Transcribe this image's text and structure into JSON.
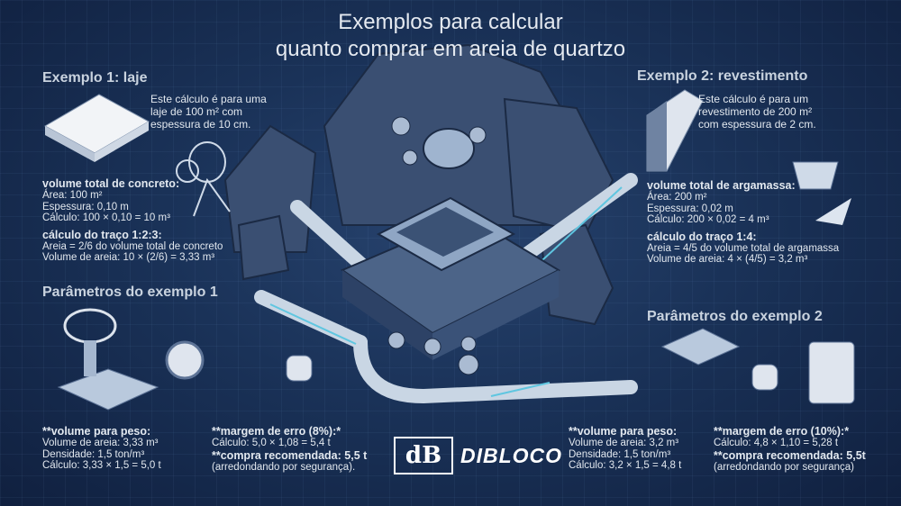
{
  "title": {
    "line1": "Exemplos para calcular",
    "line2": "quanto comprar em areia de quartzo"
  },
  "example1": {
    "heading": "Exemplo 1: laje",
    "description": [
      "Este cálculo é para uma",
      "laje de 100 m² com",
      "espessura de 10 cm."
    ],
    "volume_title": "volume total de concreto:",
    "volume_lines": [
      "Área: 100 m²",
      "Espessura: 0,10 m",
      "Cálculo: 100 × 0,10 = 10 m³"
    ],
    "mix_title": "cálculo do traço 1:2:3:",
    "mix_lines": [
      "Areia = 2/6 do volume total de concreto",
      "Volume de areia: 10 × (2/6) = 3,33 m³"
    ],
    "params_heading": "Parâmetros do exemplo 1",
    "weight_title": "**volume para peso:",
    "weight_lines": [
      "Volume de areia: 3,33 m³",
      "Densidade: 1,5 ton/m³",
      "Cálculo: 3,33 × 1,5 = 5,0 t"
    ],
    "margin_title": "**margem de erro (8%):*",
    "margin_line": "Cálculo: 5,0 × 1,08 = 5,4 t",
    "purchase_title": "**compra recomendada: 5,5 t",
    "purchase_note": "(arredondando por segurança)."
  },
  "example2": {
    "heading": "Exemplo 2: revestimento",
    "description": [
      "Este cálculo é para um",
      "revestimento de 200 m²",
      "com espessura de 2 cm."
    ],
    "volume_title": "volume total de argamassa:",
    "volume_lines": [
      "Área: 200 m²",
      "Espessura: 0,02 m",
      "Cálculo: 200 × 0,02 = 4 m³"
    ],
    "mix_title": "cálculo do traço 1:4:",
    "mix_lines": [
      "Areia = 4/5 do volume total de argamassa",
      "Volume de areia: 4 × (4/5) = 3,2 m³"
    ],
    "params_heading": "Parâmetros do exemplo 2",
    "weight_title": "**volume para peso:",
    "weight_lines": [
      "Volume de areia: 3,2 m³",
      "Densidade: 1,5 ton/m³",
      "Cálculo: 3,2 × 1,5 = 4,8 t"
    ],
    "margin_title": "**margem de erro (10%):*",
    "margin_line": "Cálculo: 4,8 × 1,10 = 5,28 t",
    "purchase_title": "**compra recomendada: 5,5t",
    "purchase_note": "(arredondando por segurança)"
  },
  "logo": {
    "mark": "dB",
    "text": "DIBLOCO"
  },
  "colors": {
    "background": "#1a3258",
    "text": "#e2e8ef",
    "accent": "#5fc6e0"
  }
}
